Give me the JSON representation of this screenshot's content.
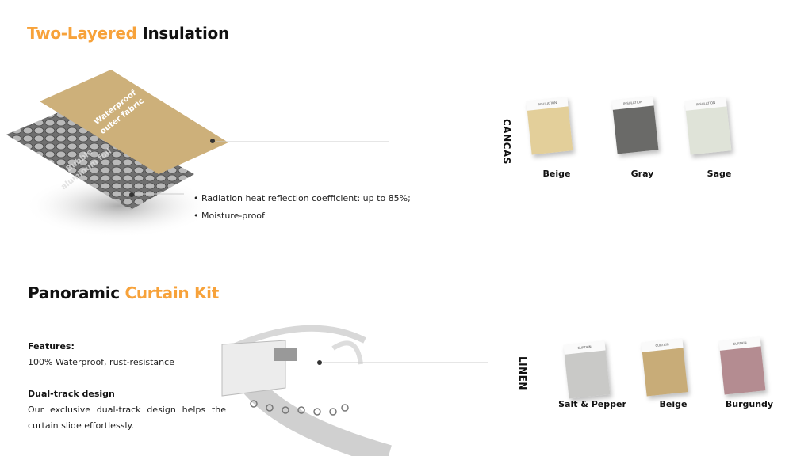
{
  "insulation": {
    "title_accent": "Two-Layered",
    "title_rest": "Insulation",
    "layer_top": "Waterproof outer fabric",
    "layer_bottom": "Bubble aluminum foil",
    "bullets": [
      "Radiation heat reflection coefficient: up to 85%;",
      "Moisture-proof"
    ]
  },
  "canvas": {
    "label": "CANCAS",
    "tag": "INSULATION",
    "swatches": [
      {
        "name": "Beige",
        "color": "#e3cf9a"
      },
      {
        "name": "Gray",
        "color": "#6a6a68"
      },
      {
        "name": "Sage",
        "color": "#dfe3d8"
      }
    ]
  },
  "kit": {
    "title_rest": "Panoramic",
    "title_accent": "Curtain Kit",
    "features_heading": "Features:",
    "features_text": "100% Waterproof, rust-resistance",
    "dual_heading": "Dual-track design",
    "dual_text": "Our exclusive dual-track design helps the curtain slide effortlessly."
  },
  "linen": {
    "label": "LINEN",
    "tag": "CURTAIN",
    "swatches": [
      {
        "name": "Salt & Pepper",
        "color": "#c9c9c7"
      },
      {
        "name": "Beige",
        "color": "#c8ac78"
      },
      {
        "name": "Burgundy",
        "color": "#b48c91"
      }
    ]
  },
  "colors": {
    "accent": "#f7a23a"
  }
}
